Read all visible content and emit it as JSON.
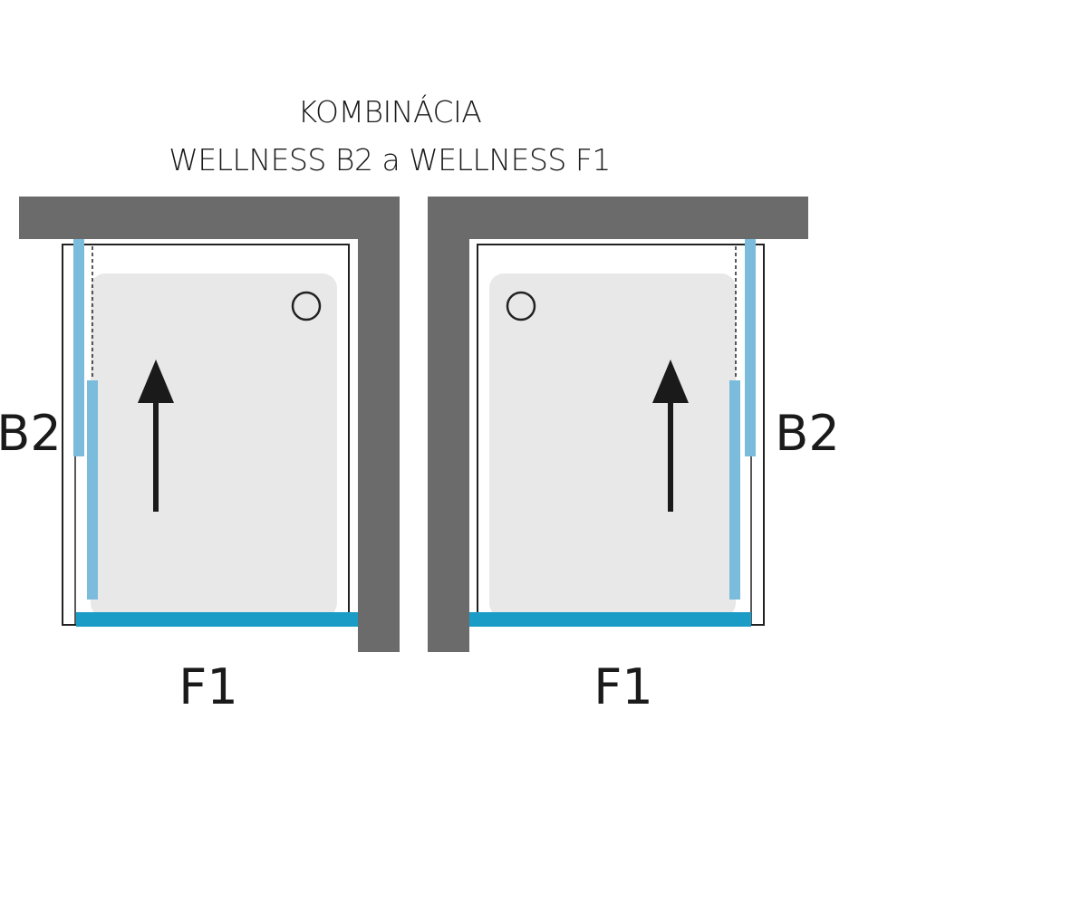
{
  "title": {
    "line1": "KOMBINÁCIA",
    "line2": "WELLNESS B2 a WELLNESS F1"
  },
  "layouts": [
    {
      "side": "left",
      "side_panel_label": "B2",
      "front_panel_label": "F1",
      "entry_direction": "up"
    },
    {
      "side": "right",
      "side_panel_label": "B2",
      "front_panel_label": "F1",
      "entry_direction": "up"
    }
  ],
  "colors": {
    "wall": "#6b6b6b",
    "tray": "#e9e8e9",
    "side_panel_glass": "#7bbbdc",
    "front_panel_glass": "#1a9cc6",
    "arrow": "#1a1a1a",
    "outline": "#222222"
  }
}
